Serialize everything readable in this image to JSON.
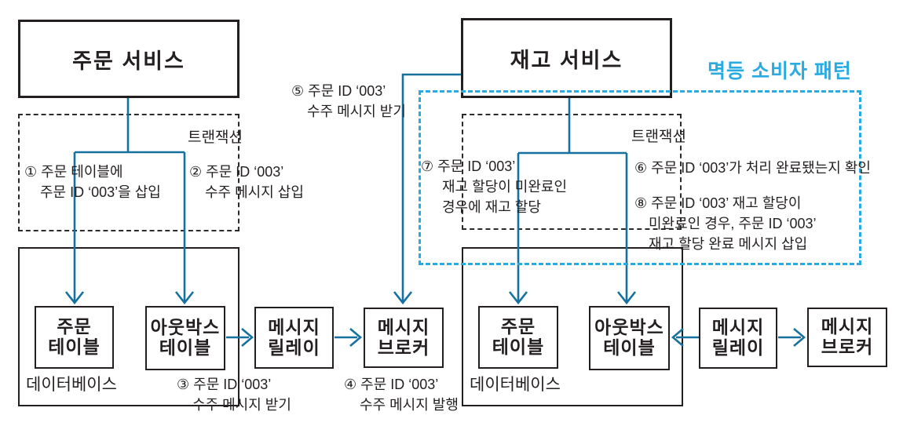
{
  "pattern": {
    "title": "멱등 소비자 패턴"
  },
  "left": {
    "service": "주문 서비스",
    "transaction": "트랜잭션",
    "database": "데이터베이스",
    "order_table": [
      "주문",
      "테이블"
    ],
    "outbox_table": [
      "아웃박스",
      "테이블"
    ],
    "relay": [
      "메시지",
      "릴레이"
    ],
    "broker": [
      "메시지",
      "브로커"
    ]
  },
  "right": {
    "service": "재고 서비스",
    "transaction": "트랜잭션",
    "database": "데이터베이스",
    "order_table": [
      "주문",
      "테이블"
    ],
    "outbox_table": [
      "아웃박스",
      "테이블"
    ],
    "relay": [
      "메시지",
      "릴레이"
    ],
    "broker": [
      "메시지",
      "브로커"
    ]
  },
  "annotations": {
    "a1": [
      "① 주문 테이블에",
      "주문 ID ‘003’을 삽입"
    ],
    "a2": [
      "② 주문 ID ‘003’",
      "수주 메시지 삽입"
    ],
    "a3": [
      "③ 주문 ID ‘003’",
      "수주 메시지 받기"
    ],
    "a4": [
      "④ 주문 ID ‘003’",
      "수주 메시지 발행"
    ],
    "a5": [
      "⑤ 주문 ID ‘003’",
      "수주 메시지 받기"
    ],
    "a6": [
      "⑥ 주문 ID ‘003’가 처리 완료됐는지 확인"
    ],
    "a7": [
      "⑦ 주문 ID ‘003’",
      "재고 할당이 미완료인",
      "경우에 재고 할당"
    ],
    "a8": [
      "⑧ 주문 ID ‘003’ 재고 할당이",
      "미완료인 경우, 주문 ID ‘003’",
      "재고 할당 완료 메시지 삽입"
    ]
  },
  "colors": {
    "connector_blue": "#17719f",
    "accent_light_blue": "#29abe2",
    "ink": "#231f20"
  }
}
